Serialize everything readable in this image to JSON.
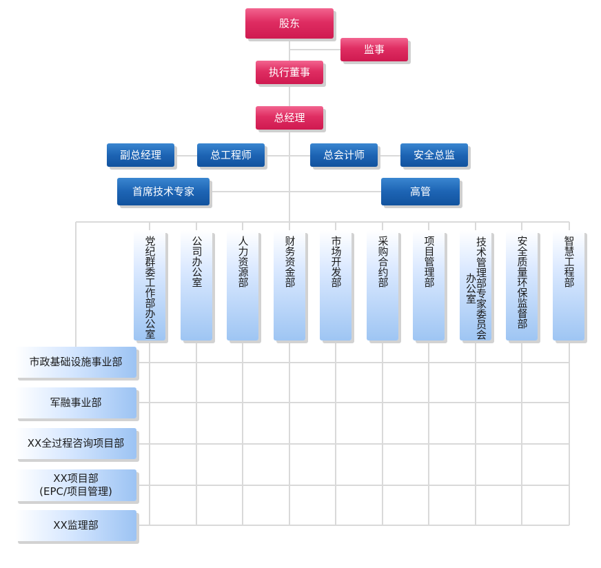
{
  "top": {
    "shareholders": "股东",
    "supervisor": "监事",
    "executive_director": "执行董事",
    "general_manager": "总经理"
  },
  "executives": {
    "deputy_gm": "副总经理",
    "chief_engineer": "总工程师",
    "chief_accountant": "总会计师",
    "safety_director": "安全总监",
    "chief_tech_expert": "首席技术专家",
    "senior_management": "高管"
  },
  "departments": [
    "党纪群委工作部办公室",
    "公司办公室",
    "人力资源部",
    "财务资金部",
    "市场开发部",
    "采购合约部",
    "项目管理部",
    "技术管理部专家委员会办公室",
    "安全质量环保监督部",
    "智慧工程部"
  ],
  "business_units": [
    "市政基础设施事业部",
    "军融事业部",
    "XX全过程咨询项目部",
    "XX项目部\n(EPC/项目管理)",
    "XX监理部"
  ],
  "colors": {
    "leadership": "#dc285d",
    "executives": "#1b5fae",
    "units": "#9ec5f3",
    "lines": "#d9d9d9"
  }
}
